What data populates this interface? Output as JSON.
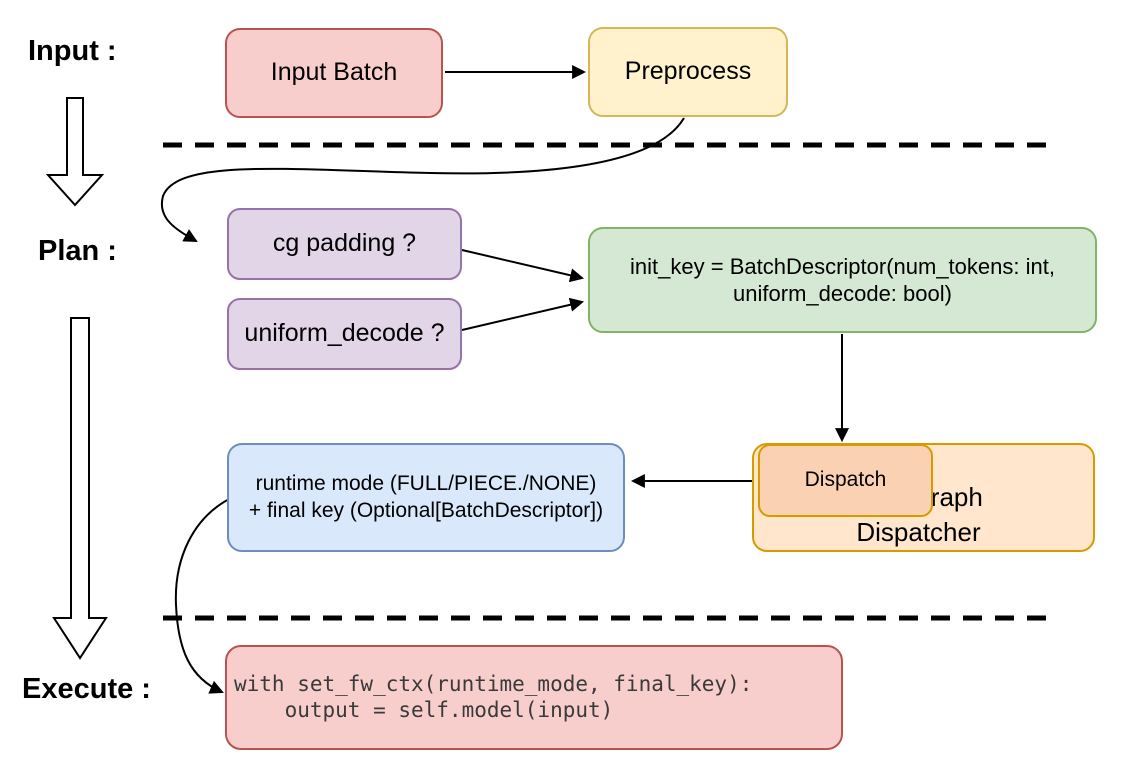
{
  "sections": {
    "input_label": "Input :",
    "plan_label": "Plan :",
    "execute_label": "Execute :"
  },
  "nodes": {
    "input_batch": {
      "label": "Input Batch"
    },
    "preprocess": {
      "label": "Preprocess"
    },
    "cg_padding": {
      "label": "cg padding ?"
    },
    "uniform_decode": {
      "label": "uniform_decode ?"
    },
    "init_key": {
      "line1": "init_key = BatchDescriptor(num_tokens: int,",
      "line2": "uniform_decode: bool)"
    },
    "runtime_result": {
      "line1": "runtime mode (FULL/PIECE./NONE)",
      "line2": "+ final key (Optional[BatchDescriptor])"
    },
    "dispatch": {
      "label": "Dispatch"
    },
    "cudagraph_dispatcher": {
      "line1": "Cudagraph",
      "line2": "Dispatcher"
    },
    "execute_code": {
      "line1": "with set_fw_ctx(runtime_mode, final_key):",
      "line2": "    output = self.model(input)"
    }
  },
  "palette": {
    "red_fill": "#F8CECC",
    "red_stroke": "#B85450",
    "yellow_fill": "#FFF2CC",
    "yellow_stroke": "#D6B656",
    "purple_fill": "#E1D5E7",
    "purple_stroke": "#9673A6",
    "green_fill": "#D5E8D4",
    "green_stroke": "#82B366",
    "blue_fill": "#DAE8FC",
    "blue_stroke": "#6C8EBF",
    "orange_fill": "#FFE6CC",
    "orange_stroke": "#D79B00",
    "dispatch_fill": "#FAD2B3",
    "connector": "#000000",
    "code_text": "#3a3a3a"
  }
}
